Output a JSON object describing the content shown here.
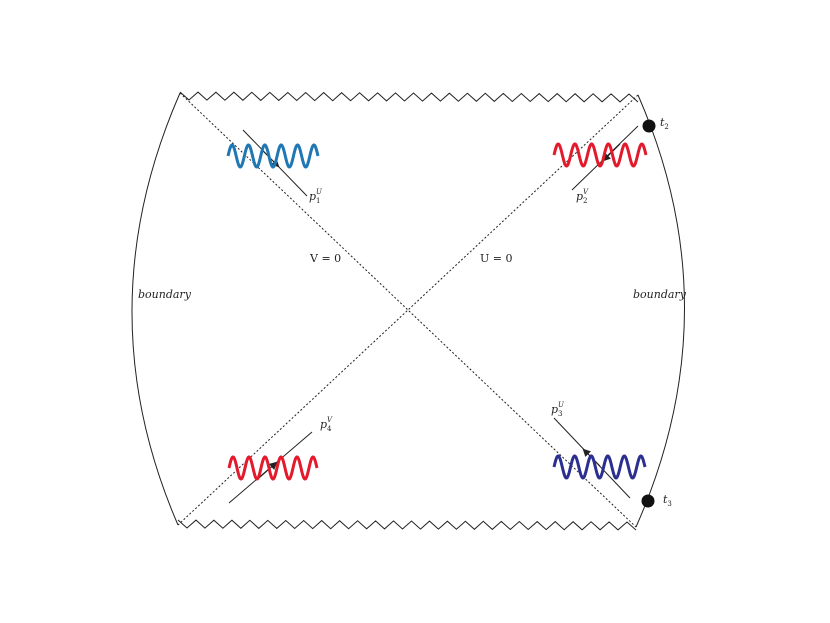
{
  "labels": {
    "boundary_left": "boundary",
    "boundary_right": "boundary",
    "v_zero": "V = 0",
    "u_zero": "U = 0",
    "t2": "t",
    "t2_sub": "2",
    "t3": "t",
    "t3_sub": "3"
  },
  "momenta": {
    "p1": {
      "base": "p",
      "sup": "U",
      "sub": "1"
    },
    "p2": {
      "base": "p",
      "sup": "V",
      "sub": "2"
    },
    "p3": {
      "base": "p",
      "sup": "U",
      "sub": "3"
    },
    "p4": {
      "base": "p",
      "sup": "V",
      "sub": "4"
    }
  },
  "colors": {
    "wave_p1": "#1f77b4",
    "wave_p2": "#e31a2c",
    "wave_p3": "#2b2f8f",
    "wave_p4": "#e31a2c",
    "line": "#222222",
    "dot": "#111111"
  }
}
